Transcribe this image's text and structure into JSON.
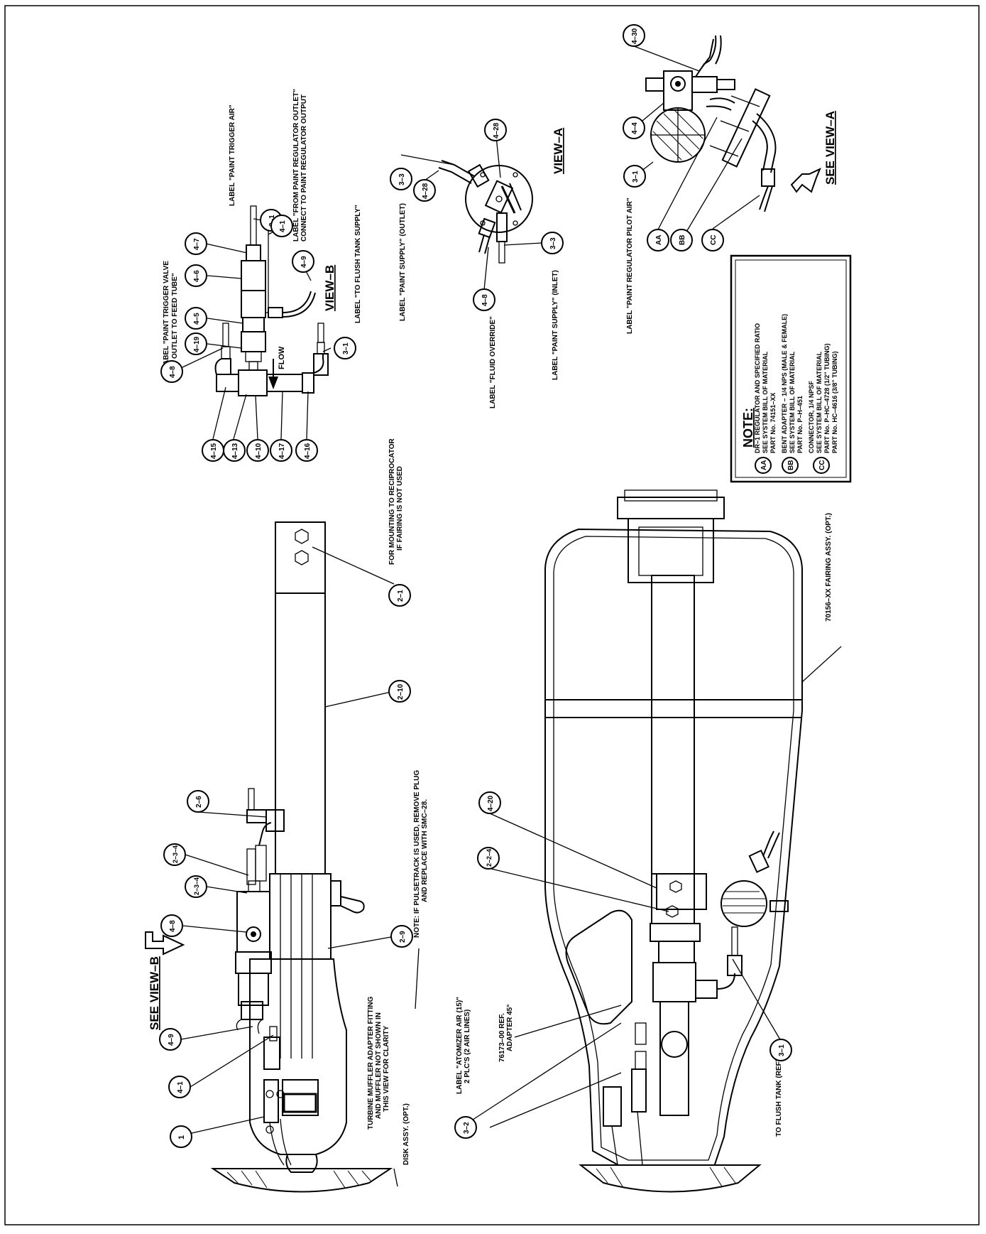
{
  "labels": {
    "see_view_b": "SEE VIEW–B",
    "see_view_a": "SEE VIEW–A",
    "view_a": "VIEW–A",
    "view_b": "VIEW–B",
    "flow": "FLOW",
    "label_paint_trigger_valve_1": "LABEL \"PAINT TRIGGER VALVE",
    "label_paint_trigger_valve_2": "OUTLET TO FEED TUBE\"",
    "label_paint_trigger_air": "LABEL \"PAINT TRIGGER AIR\"",
    "label_from_paint_regulator_1": "LABEL \"FROM PAINT REGULATOR OUTLET\"",
    "label_from_paint_regulator_2": "CONNECT TO PAINT REGULATOR OUTPUT",
    "label_flush_tank_supply": "LABEL \"TO FLUSH TANK SUPPLY\"",
    "label_paint_supply_outlet": "LABEL \"PAINT SUPPLY\" (OUTLET)",
    "label_fluid_override": "LABEL \"FLUID OVERRIDE\"",
    "label_paint_supply_inlet": "LABEL \"PAINT SUPPLY\" (INLET)",
    "label_paint_regulator_pilot_air": "LABEL \"PAINT REGULATOR PILOT AIR\"",
    "for_mounting_1": "FOR MOUNTING TO RECIPROCATOR",
    "for_mounting_2": "IF FAIRING IS NOT USED",
    "pulsetrack_note_1": "NOTE: IF PULSETRACK IS USED, REMOVE PLUG",
    "pulsetrack_note_2": "AND REPLACE WITH SMC–28.",
    "turbine_muffler_1": "TURBINE MUFFLER ADAPTER FITTING",
    "turbine_muffler_2": "AND MUFFLER NOT SHOWN IN",
    "turbine_muffler_3": "THIS VIEW FOR CLARITY",
    "disk_assy": "DISK ASSY. (OPT.)",
    "atomizer_air_1": "LABEL \"ATOMIZER AIR (15)\"",
    "atomizer_air_2": "2 PLC'S (2 AIR LINES)",
    "adapter_ref_1": "76173–00 REF.",
    "adapter_ref_2": "ADAPTER 45°",
    "flush_tank_ref": "TO FLUSH TANK (REF)",
    "fairing_assy": "70156–XX FAIRING ASSY. (OPT.)"
  },
  "balloons": {
    "b_3_1_vb_top": "3–1",
    "b_4_7": "4–7",
    "b_4_6": "4–6",
    "b_4_5": "4–5",
    "b_4_19": "4–19",
    "b_4_8_vb": "4–8",
    "b_4_1_vb": "4–1",
    "b_4_9_vb": "4–9",
    "b_3_1_vb_bot": "3–1",
    "b_4_15": "4–15",
    "b_4_13": "4–13",
    "b_4_10": "4–10",
    "b_4_17": "4–17",
    "b_4_16": "4–16",
    "b_3_3_top": "3–3",
    "b_4_28_a": "4–28",
    "b_4_28_b": "4–28",
    "b_4_8_va": "4–8",
    "b_3_3_bot": "3–3",
    "b_4_30": "4–30",
    "b_4_4_ra": "4–4",
    "b_3_1_ra": "3–1",
    "b_aa": "AA",
    "b_bb": "BB",
    "b_cc": "CC",
    "b_2_6": "2–6",
    "b_2_3_4": "2–3–4",
    "b_2_3_4_b": "2–3–4",
    "b_4_8_side": "4–8",
    "b_4_9_side": "4–9",
    "b_4_1_side": "4–1",
    "b_1": "1",
    "b_2_1": "2–1",
    "b_2_10": "2–10",
    "b_2_9": "2–9",
    "b_4_20": "4–20",
    "b_2_2_4": "2–2–4",
    "b_3_2": "3–2",
    "b_3_1_flush": "3–1"
  },
  "note": {
    "title": "NOTE:",
    "items": [
      {
        "key": "AA",
        "lines": [
          "DR–1 REGULATOR AND SPECIFIED RATIO",
          "SEE SYSTEM BILL OF MATERIAL",
          "PART No. 74151–XX"
        ]
      },
      {
        "key": "BB",
        "lines": [
          "BENT ADAPTER – 1/4 NPS (MALE & FEMALE)",
          "SEE SYSTEM BILL OF MATERIAL",
          "PART No. P–H–451"
        ]
      },
      {
        "key": "CC",
        "lines": [
          "CONNECTOR, 1/4 NPSF",
          "SEE SYSTEM BILL OF MATERIAL",
          "PART No. P–HC–4728 (1/2\" TUBING)",
          "PART No. HC–4616 (3/8\" TUBING)"
        ]
      }
    ]
  }
}
